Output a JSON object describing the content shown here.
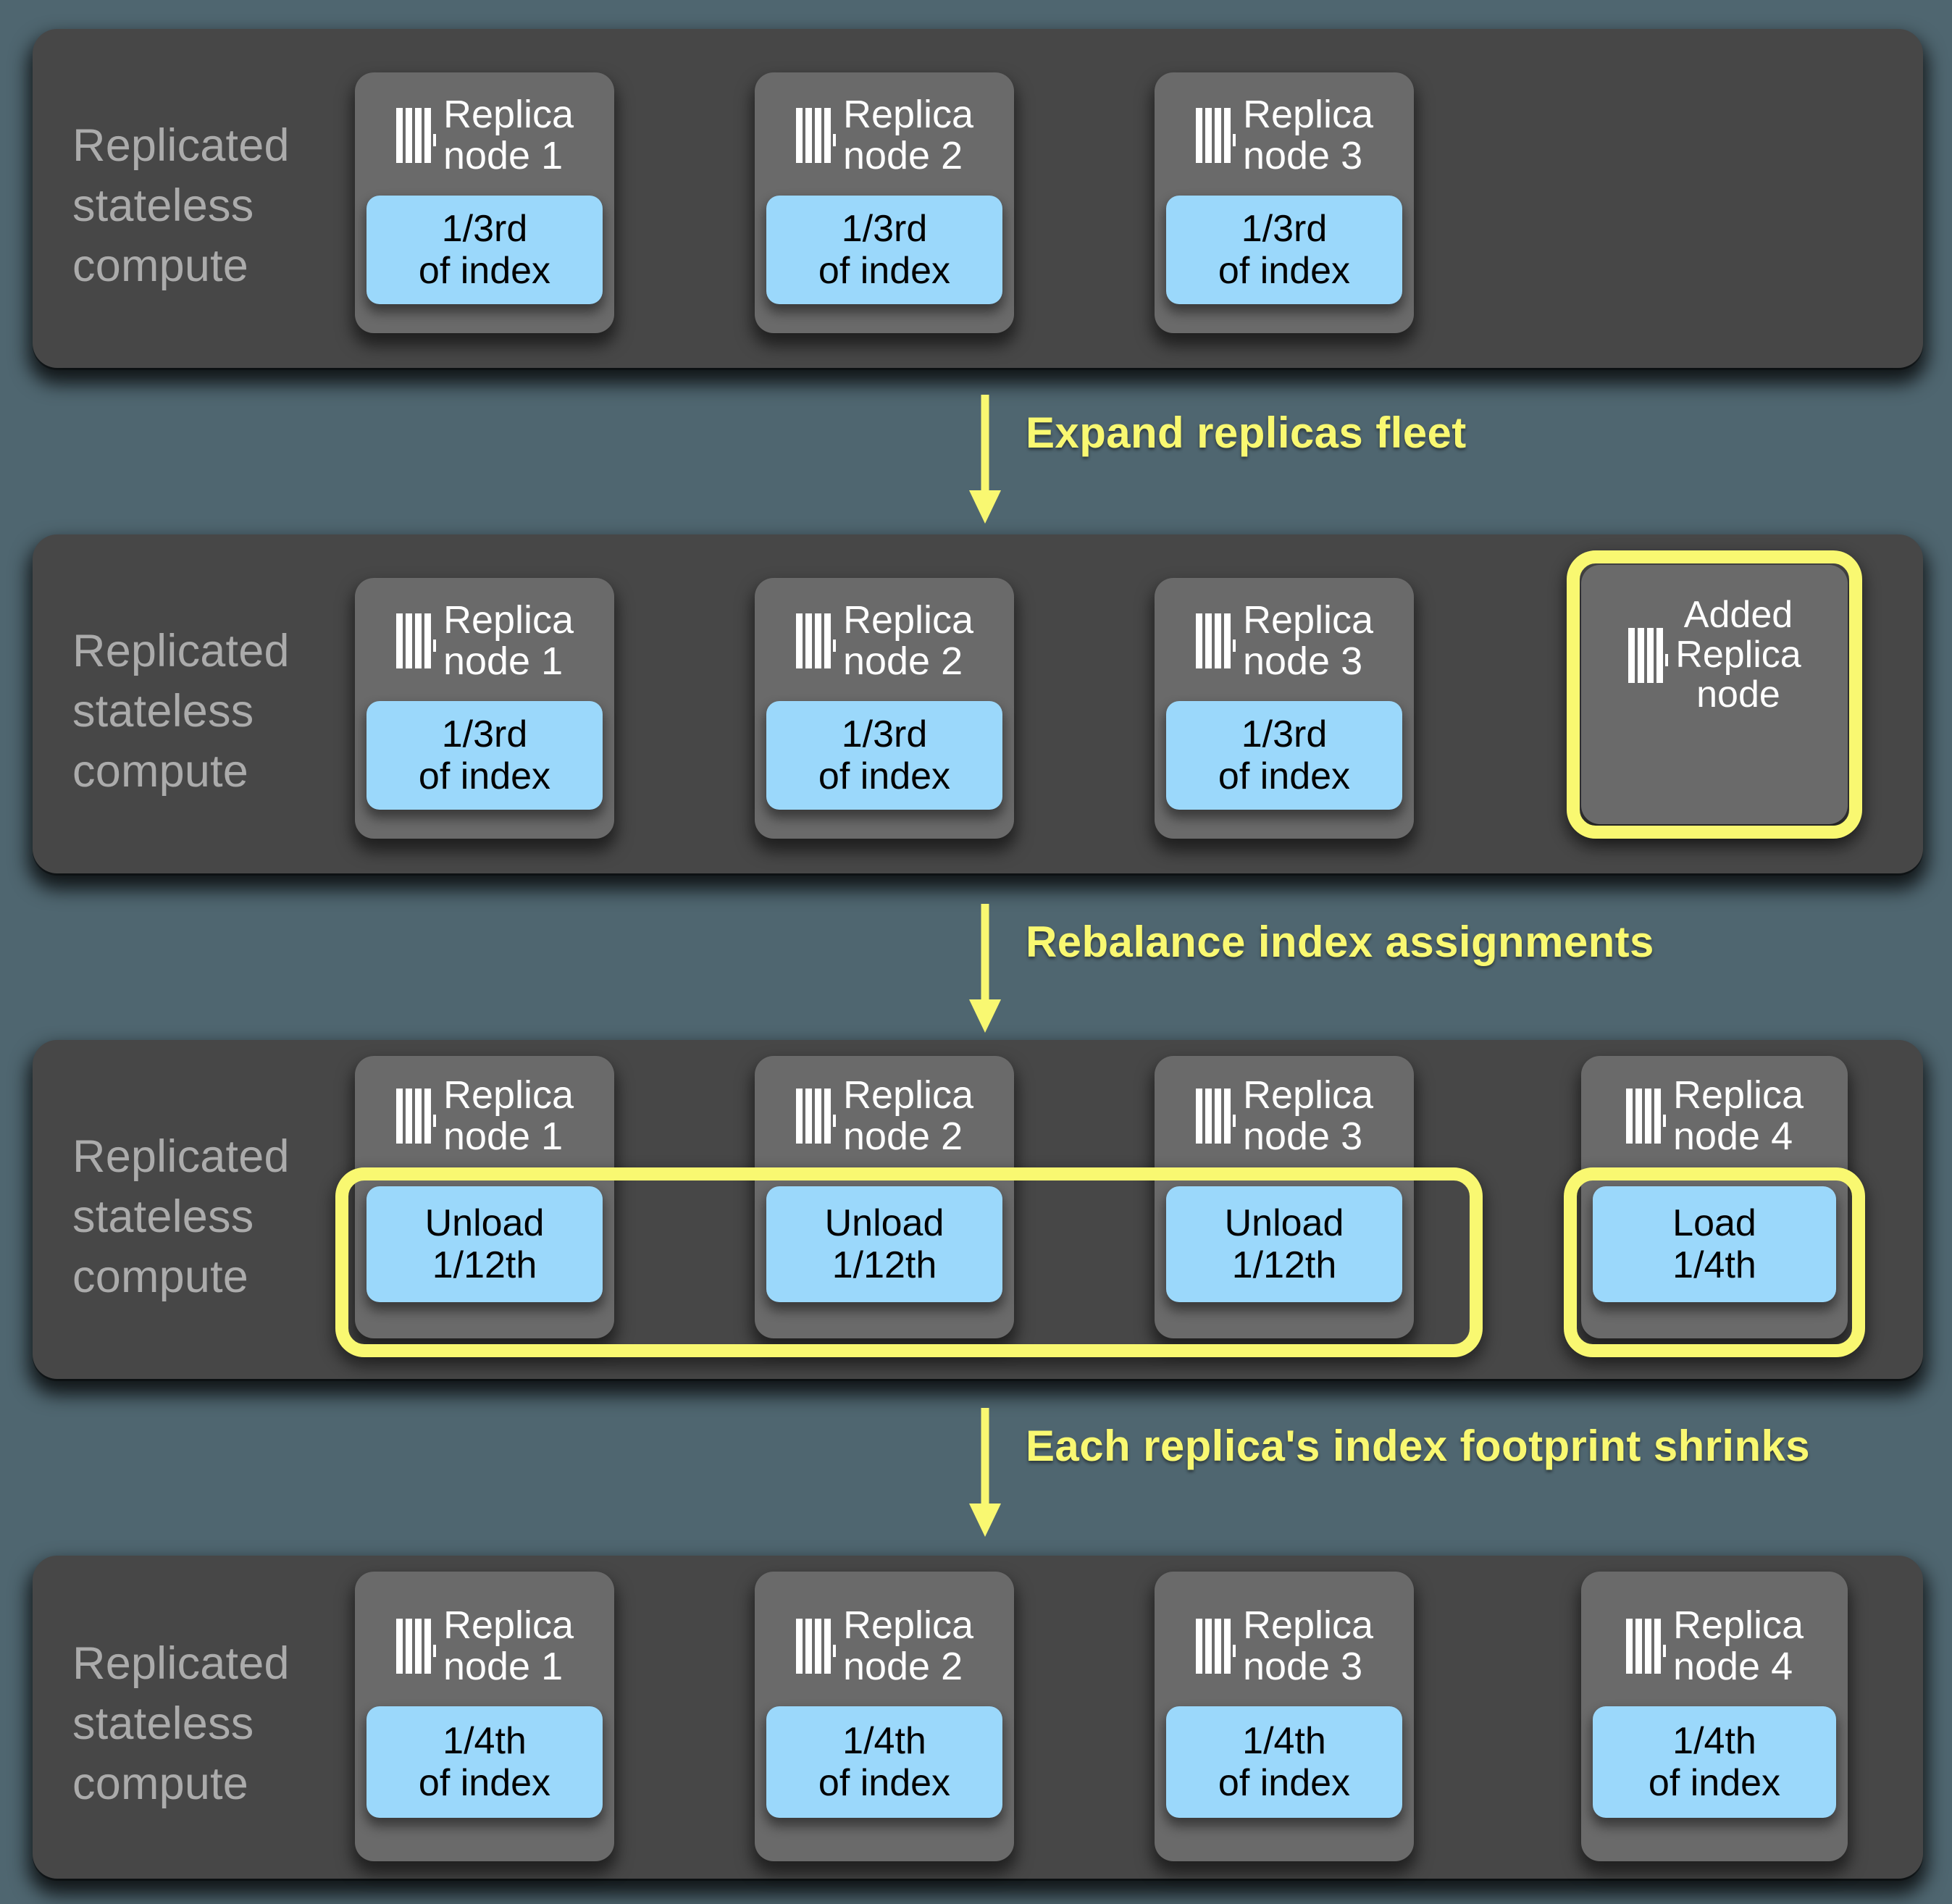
{
  "diagram": {
    "title": "Replica fleet expansion and index rebalancing",
    "colors": {
      "background": "#4f6670",
      "panel": "#474747",
      "node": "#6a6a6a",
      "chip_blue": "#9bd8fb",
      "highlight_yellow": "#f9f871",
      "label_gray": "#ababab",
      "node_text": "#ffffff",
      "chip_text": "#000000"
    },
    "icon_name": "server-rack-icon",
    "row_label": "Replicated\nstateless\ncompute",
    "stages": [
      {
        "id": "stage-1-initial",
        "label": "Replicated\nstateless\ncompute",
        "nodes": [
          {
            "title": "Replica\nnode 1",
            "chip": "1/3rd\nof index",
            "highlight": false
          },
          {
            "title": "Replica\nnode 2",
            "chip": "1/3rd\nof index",
            "highlight": false
          },
          {
            "title": "Replica\nnode 3",
            "chip": "1/3rd\nof index",
            "highlight": false
          }
        ]
      },
      {
        "id": "stage-2-expanded",
        "label": "Replicated\nstateless\ncompute",
        "nodes": [
          {
            "title": "Replica\nnode 1",
            "chip": "1/3rd\nof index",
            "highlight": false
          },
          {
            "title": "Replica\nnode 2",
            "chip": "1/3rd\nof index",
            "highlight": false
          },
          {
            "title": "Replica\nnode 3",
            "chip": "1/3rd\nof index",
            "highlight": false
          },
          {
            "title": "Added\nReplica\nnode",
            "chip": "",
            "highlight": true
          }
        ]
      },
      {
        "id": "stage-3-rebalancing",
        "label": "Replicated\nstateless\ncompute",
        "nodes": [
          {
            "title": "Replica\nnode 1",
            "chip": "Unload\n1/12th",
            "highlight": false
          },
          {
            "title": "Replica\nnode 2",
            "chip": "Unload\n1/12th",
            "highlight": false
          },
          {
            "title": "Replica\nnode 3",
            "chip": "Unload\n1/12th",
            "highlight": false
          },
          {
            "title": "Replica\nnode 4",
            "chip": "Load\n1/4th",
            "highlight": true
          }
        ]
      },
      {
        "id": "stage-4-final",
        "label": "Replicated\nstateless\ncompute",
        "nodes": [
          {
            "title": "Replica\nnode 1",
            "chip": "1/4th\nof index",
            "highlight": false
          },
          {
            "title": "Replica\nnode 2",
            "chip": "1/4th\nof index",
            "highlight": false
          },
          {
            "title": "Replica\nnode 3",
            "chip": "1/4th\nof index",
            "highlight": false
          },
          {
            "title": "Replica\nnode 4",
            "chip": "1/4th\nof index",
            "highlight": false
          }
        ]
      }
    ],
    "transitions": [
      {
        "id": "transition-1",
        "label": "Expand replicas fleet"
      },
      {
        "id": "transition-2",
        "label": "Rebalance index assignments"
      },
      {
        "id": "transition-3",
        "label": "Each replica's index footprint shrinks"
      }
    ]
  }
}
